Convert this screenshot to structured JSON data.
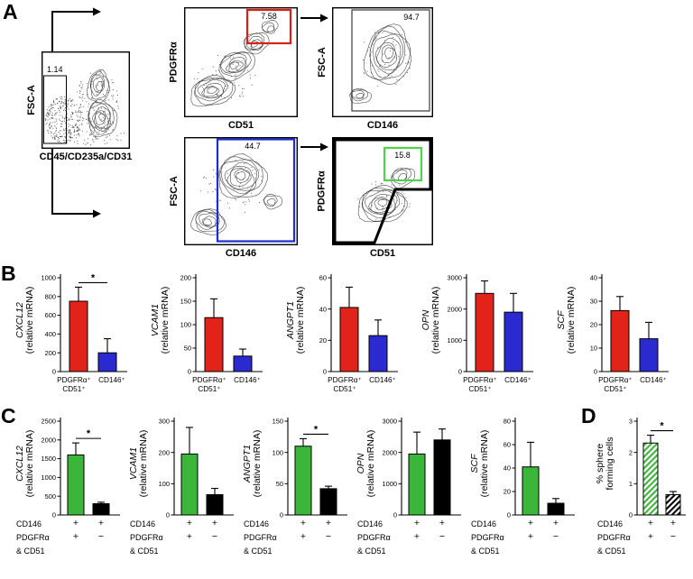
{
  "panels": {
    "a": "A",
    "b": "B",
    "c": "C",
    "d": "D"
  },
  "flow": {
    "plots": [
      {
        "name": "lineage-pregate",
        "ylabel": "FSC-A",
        "xlabel": "CD45/CD235a/CD31",
        "gate": "1.14",
        "gate_color": "#000000"
      },
      {
        "name": "pdgfra-vs-cd51",
        "ylabel": "PDGFRα",
        "xlabel": "CD51",
        "gate": "7.58",
        "gate_color": "#d92015"
      },
      {
        "name": "fsc-vs-cd146-of-pdgfra-cd51",
        "ylabel": "FSC-A",
        "xlabel": "CD146",
        "gate": "94.7",
        "gate_color": "#3a3a3a"
      },
      {
        "name": "fsc-vs-cd146",
        "ylabel": "FSC-A",
        "xlabel": "CD146",
        "gate": "44.7",
        "gate_color": "#1b2fd0"
      },
      {
        "name": "pdgfra-vs-cd51-of-cd146",
        "ylabel": "PDGFRα",
        "xlabel": "CD51",
        "gate": "15.8",
        "gate_color": "#4ed34a"
      }
    ]
  },
  "colors": {
    "red": "#e2231a",
    "blue": "#2a2ad0",
    "green": "#3bb53a",
    "black": "#000000"
  },
  "b_categories": [
    [
      "PDGFRα⁺",
      "CD51⁺"
    ],
    [
      "CD146⁺"
    ]
  ],
  "group_rows": [
    {
      "label": "CD146",
      "signs": [
        "+",
        "+"
      ]
    },
    {
      "label": "PDGFRα",
      "signs": [
        "+",
        "−"
      ]
    },
    {
      "label": "& CD51",
      "signs": [
        "",
        ""
      ]
    }
  ],
  "chart_data": [
    {
      "panel": "B",
      "type": "bar",
      "gene": "CXCL12",
      "ylabel": "(relative mRNA)",
      "ylim": [
        0,
        1000
      ],
      "yticks": [
        0,
        200,
        400,
        600,
        800,
        1000
      ],
      "categories": [
        "PDGFRα+ CD51+",
        "CD146+"
      ],
      "values": [
        750,
        200
      ],
      "errors": [
        150,
        150
      ],
      "colors": [
        "red",
        "blue"
      ],
      "sig": "*"
    },
    {
      "panel": "B",
      "type": "bar",
      "gene": "VCAM1",
      "ylabel": "(relative mRNA)",
      "ylim": [
        0,
        200
      ],
      "yticks": [
        0,
        50,
        100,
        150,
        200
      ],
      "categories": [
        "PDGFRα+ CD51+",
        "CD146+"
      ],
      "values": [
        115,
        33
      ],
      "errors": [
        40,
        15
      ],
      "colors": [
        "red",
        "blue"
      ],
      "sig": null
    },
    {
      "panel": "B",
      "type": "bar",
      "gene": "ANGPT1",
      "ylabel": "(relative mRNA)",
      "ylim": [
        0,
        60
      ],
      "yticks": [
        0,
        20,
        40,
        60
      ],
      "categories": [
        "PDGFRα+ CD51+",
        "CD146+"
      ],
      "values": [
        41,
        23
      ],
      "errors": [
        13,
        10
      ],
      "colors": [
        "red",
        "blue"
      ],
      "sig": null
    },
    {
      "panel": "B",
      "type": "bar",
      "gene": "OPN",
      "ylabel": "(relative mRNA)",
      "ylim": [
        0,
        3000
      ],
      "yticks": [
        0,
        1000,
        2000,
        3000
      ],
      "categories": [
        "PDGFRα+ CD51+",
        "CD146+"
      ],
      "values": [
        2500,
        1900
      ],
      "errors": [
        400,
        600
      ],
      "colors": [
        "red",
        "blue"
      ],
      "sig": null
    },
    {
      "panel": "B",
      "type": "bar",
      "gene": "SCF",
      "ylabel": "(relative mRNA)",
      "ylim": [
        0,
        40
      ],
      "yticks": [
        0,
        10,
        20,
        30,
        40
      ],
      "categories": [
        "PDGFRα+ CD51+",
        "CD146+"
      ],
      "values": [
        26,
        14
      ],
      "errors": [
        6,
        7
      ],
      "colors": [
        "red",
        "blue"
      ],
      "sig": null
    },
    {
      "panel": "C",
      "type": "bar",
      "gene": "CXCL12",
      "ylabel": "(relative mRNA)",
      "ylim": [
        0,
        2500
      ],
      "yticks": [
        0,
        500,
        1000,
        1500,
        2000,
        2500
      ],
      "categories": [
        "CD146+ PDGFRα&CD51+",
        "CD146+ PDGFRα&CD51−"
      ],
      "values": [
        1600,
        300
      ],
      "errors": [
        320,
        40
      ],
      "colors": [
        "green",
        "black"
      ],
      "sig": "*"
    },
    {
      "panel": "C",
      "type": "bar",
      "gene": "VCAM1",
      "ylabel": "(relative mRNA)",
      "ylim": [
        0,
        300
      ],
      "yticks": [
        0,
        100,
        200,
        300
      ],
      "categories": [
        "CD146+ PDGFRα&CD51+",
        "CD146+ PDGFRα&CD51−"
      ],
      "values": [
        195,
        65
      ],
      "errors": [
        85,
        20
      ],
      "colors": [
        "green",
        "black"
      ],
      "sig": null
    },
    {
      "panel": "C",
      "type": "bar",
      "gene": "ANGPT1",
      "ylabel": "(relative mRNA)",
      "ylim": [
        0,
        150
      ],
      "yticks": [
        0,
        50,
        100,
        150
      ],
      "categories": [
        "CD146+ PDGFRα&CD51+",
        "CD146+ PDGFRα&CD51−"
      ],
      "values": [
        110,
        42
      ],
      "errors": [
        12,
        4
      ],
      "colors": [
        "green",
        "black"
      ],
      "sig": "*"
    },
    {
      "panel": "C",
      "type": "bar",
      "gene": "OPN",
      "ylabel": "(relative mRNA)",
      "ylim": [
        0,
        3000
      ],
      "yticks": [
        0,
        1000,
        2000,
        3000
      ],
      "categories": [
        "CD146+ PDGFRα&CD51+",
        "CD146+ PDGFRα&CD51−"
      ],
      "values": [
        1950,
        2400
      ],
      "errors": [
        700,
        350
      ],
      "colors": [
        "green",
        "black"
      ],
      "sig": null
    },
    {
      "panel": "C",
      "type": "bar",
      "gene": "SCF",
      "ylabel": "(relative mRNA)",
      "ylim": [
        0,
        80
      ],
      "yticks": [
        0,
        20,
        40,
        60,
        80
      ],
      "categories": [
        "CD146+ PDGFRα&CD51+",
        "CD146+ PDGFRα&CD51−"
      ],
      "values": [
        41,
        10
      ],
      "errors": [
        21,
        4
      ],
      "colors": [
        "green",
        "black"
      ],
      "sig": null
    },
    {
      "panel": "D",
      "type": "bar",
      "ylabel_lines": [
        "% sphere",
        "forming cells"
      ],
      "ylim": [
        0,
        3
      ],
      "yticks": [
        0,
        1,
        2,
        3
      ],
      "categories": [
        "CD146+ PDGFRα&CD51+",
        "CD146+ PDGFRα&CD51−"
      ],
      "values": [
        2.3,
        0.65
      ],
      "errors": [
        0.25,
        0.1
      ],
      "colors": [
        "green_hatch",
        "black_hatch"
      ],
      "sig": "*"
    }
  ]
}
